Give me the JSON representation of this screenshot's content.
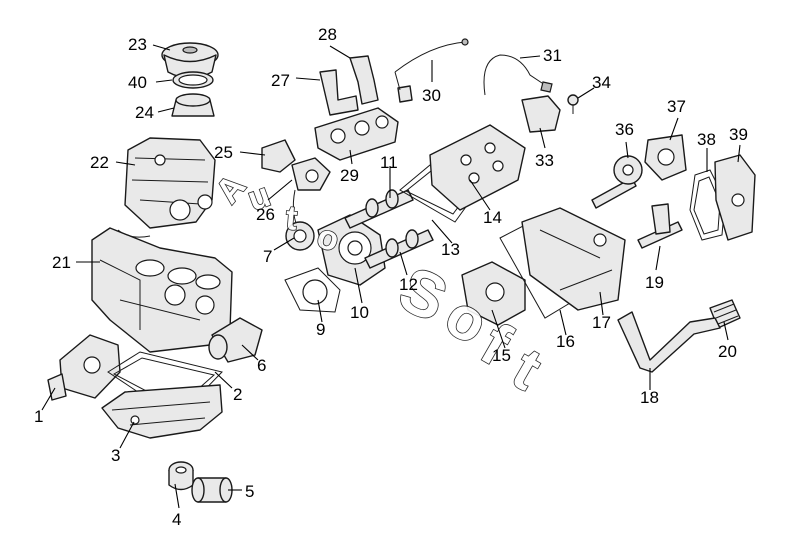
{
  "diagram": {
    "callouts": [
      "1",
      "2",
      "3",
      "4",
      "5",
      "6",
      "7",
      "9",
      "10",
      "11",
      "12",
      "13",
      "14",
      "15",
      "16",
      "17",
      "18",
      "19",
      "20",
      "21",
      "22",
      "23",
      "24",
      "25",
      "26",
      "27",
      "28",
      "29",
      "30",
      "31",
      "33",
      "34",
      "36",
      "37",
      "38",
      "39",
      "40"
    ],
    "watermark": [
      "A",
      "u",
      "t",
      "o",
      "S",
      "o",
      "f",
      "t"
    ]
  }
}
